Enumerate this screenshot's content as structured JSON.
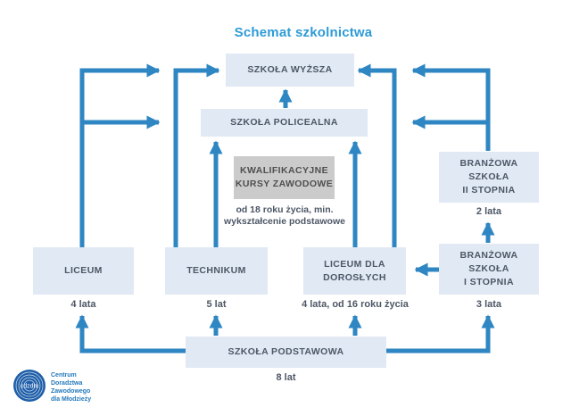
{
  "title": "Schemat szkolnictwa",
  "colors": {
    "arrow": "#2E86C3",
    "title": "#2E9BD6",
    "box_fill": "#E0E9F4",
    "box_text": "#4D5766",
    "kkz_fill": "#CBCBCB",
    "kkz_text": "#4F4F4F",
    "logo_circle": "#1E5EA8",
    "logo_text": "#2379BC"
  },
  "boxes": {
    "wyzsza": {
      "label": "SZKOŁA WYŻSZA"
    },
    "policealna": {
      "label": "SZKOŁA POLICEALNA"
    },
    "kkz": {
      "lines": [
        "KWALIFIKACYJNE",
        "KURSY ZAWODOWE"
      ],
      "note_lines": [
        "od 18 roku życia, min.",
        "wykształcenie podstawowe"
      ]
    },
    "liceum": {
      "label": "LICEUM",
      "duration": "4 lata"
    },
    "technikum": {
      "label": "TECHNIKUM",
      "duration": "5 lat"
    },
    "liceum_dla_doroslych": {
      "lines": [
        "LICEUM DLA",
        "DOROSŁYCH"
      ],
      "duration": "4 lata, od 16 roku życia"
    },
    "branzowa_2": {
      "lines": [
        "BRANŻOWA",
        "SZKOŁA",
        "II STOPNIA"
      ],
      "duration": "2 lata"
    },
    "branzowa_1": {
      "lines": [
        "BRANŻOWA",
        "SZKOŁA",
        "I STOPNIA"
      ],
      "duration": "3 lata"
    },
    "podstawowa": {
      "label": "SZKOŁA PODSTAWOWA",
      "duration": "8 lat"
    }
  },
  "logo": {
    "monogram": "cdzdm",
    "lines": [
      "Centrum",
      "Doradztwa",
      "Zawodowego",
      "dla Młodzieży"
    ]
  }
}
